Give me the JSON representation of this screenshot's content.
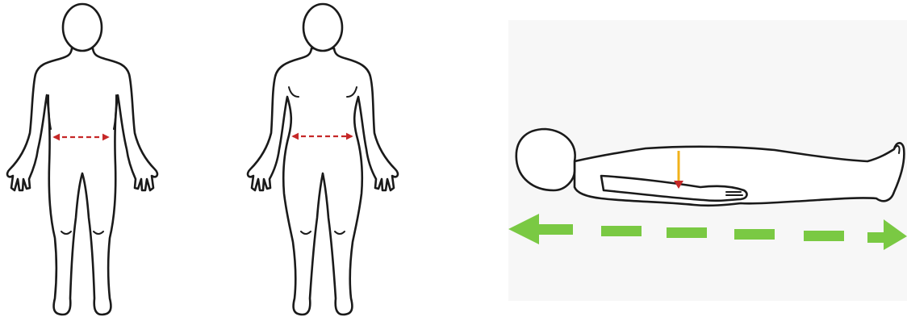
{
  "figures": [
    {
      "name": "male-standing-figure",
      "measurement": "waist-circumference"
    },
    {
      "name": "female-standing-figure",
      "measurement": "waist-circumference"
    },
    {
      "name": "supine-figure",
      "measurement": "abdominal-depth"
    }
  ],
  "colors": {
    "outline": "#1a1a1a",
    "waist_arrow": "#c62828",
    "depth_arrow": "#f2b21b",
    "depth_arrow_head": "#c62828",
    "length_arrow": "#7ac943",
    "panel_background": "#f7f7f7"
  },
  "icons": {
    "waist_arrow": "double-headed-dashed-arrow",
    "depth_arrow": "down-arrow",
    "length_arrow": "double-headed-dashed-arrow"
  }
}
